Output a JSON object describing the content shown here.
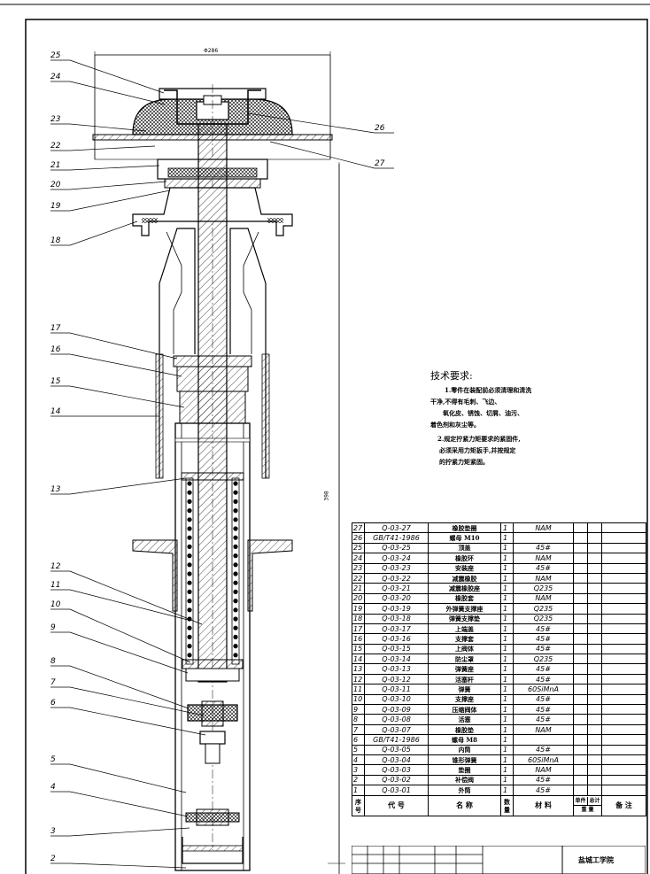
{
  "callouts": [
    "25",
    "24",
    "23",
    "22",
    "21",
    "20",
    "19",
    "18",
    "17",
    "16",
    "15",
    "14",
    "13",
    "12",
    "11",
    "10",
    "9",
    "8",
    "7",
    "6",
    "5",
    "4",
    "3",
    "2",
    "26",
    "27"
  ],
  "dimensions": {
    "top": "Φ286",
    "side": "398"
  },
  "requirements": {
    "title": "技术要求:",
    "lines": [
      "1.零件在装配前必须清理和清洗",
      "干净,不得有毛刺、飞边、",
      "氧化皮、锈蚀、切屑、油污、",
      "着色剂和灰尘等。",
      "2.规定拧紧力矩要求的紧固件,",
      "必须采用力矩扳手,并按规定",
      "的拧紧力矩紧固。"
    ]
  },
  "bom": {
    "rows": [
      {
        "no": "27",
        "code": "Q-03-27",
        "name": "橡胶垫圈",
        "qty": "1",
        "mat": "NAM"
      },
      {
        "no": "26",
        "code": "GB/T41-1986",
        "name": "螺母 M10",
        "qty": "1",
        "mat": ""
      },
      {
        "no": "25",
        "code": "Q-03-25",
        "name": "顶盖",
        "qty": "1",
        "mat": "45#"
      },
      {
        "no": "24",
        "code": "Q-03-24",
        "name": "橡胶环",
        "qty": "1",
        "mat": "NAM"
      },
      {
        "no": "23",
        "code": "Q-03-23",
        "name": "安装座",
        "qty": "1",
        "mat": "45#"
      },
      {
        "no": "22",
        "code": "Q-03-22",
        "name": "减震橡胶",
        "qty": "1",
        "mat": "NAM"
      },
      {
        "no": "21",
        "code": "Q-03-21",
        "name": "减震橡胶座",
        "qty": "1",
        "mat": "Q235"
      },
      {
        "no": "20",
        "code": "Q-03-20",
        "name": "橡胶套",
        "qty": "1",
        "mat": "NAM"
      },
      {
        "no": "19",
        "code": "Q-03-19",
        "name": "外弹簧支撑座",
        "qty": "1",
        "mat": "Q235"
      },
      {
        "no": "18",
        "code": "Q-03-18",
        "name": "弹簧支撑垫",
        "qty": "1",
        "mat": "Q235"
      },
      {
        "no": "17",
        "code": "Q-03-17",
        "name": "上端盖",
        "qty": "1",
        "mat": "45#"
      },
      {
        "no": "16",
        "code": "Q-03-16",
        "name": "支撑套",
        "qty": "1",
        "mat": "45#"
      },
      {
        "no": "15",
        "code": "Q-03-15",
        "name": "上阀体",
        "qty": "1",
        "mat": "45#"
      },
      {
        "no": "14",
        "code": "Q-03-14",
        "name": "防尘罩",
        "qty": "1",
        "mat": "Q235"
      },
      {
        "no": "13",
        "code": "Q-03-13",
        "name": "弹簧座",
        "qty": "1",
        "mat": "45#"
      },
      {
        "no": "12",
        "code": "Q-03-12",
        "name": "活塞杆",
        "qty": "1",
        "mat": "45#"
      },
      {
        "no": "11",
        "code": "Q-03-11",
        "name": "弹簧",
        "qty": "1",
        "mat": "60SiMnA"
      },
      {
        "no": "10",
        "code": "Q-03-10",
        "name": "支撑座",
        "qty": "1",
        "mat": "45#"
      },
      {
        "no": "9",
        "code": "Q-03-09",
        "name": "压缩阀体",
        "qty": "1",
        "mat": "45#"
      },
      {
        "no": "8",
        "code": "Q-03-08",
        "name": "活塞",
        "qty": "1",
        "mat": "45#"
      },
      {
        "no": "7",
        "code": "Q-03-07",
        "name": "橡胶垫",
        "qty": "1",
        "mat": "NAM"
      },
      {
        "no": "6",
        "code": "GB/T41-1986",
        "name": "螺母 M8",
        "qty": "1",
        "mat": ""
      },
      {
        "no": "5",
        "code": "Q-03-05",
        "name": "内筒",
        "qty": "1",
        "mat": "45#"
      },
      {
        "no": "4",
        "code": "Q-03-04",
        "name": "锥形弹簧",
        "qty": "1",
        "mat": "60SiMnA"
      },
      {
        "no": "3",
        "code": "Q-03-03",
        "name": "垫圈",
        "qty": "1",
        "mat": "NAM"
      },
      {
        "no": "2",
        "code": "Q-03-02",
        "name": "补偿阀",
        "qty": "1",
        "mat": "45#"
      },
      {
        "no": "1",
        "code": "Q-03-01",
        "name": "外筒",
        "qty": "1",
        "mat": "45#"
      }
    ],
    "header": {
      "no": "序号",
      "code": "代 号",
      "name": "名 称",
      "qty": "数量",
      "mat": "材 料",
      "unit": "单件",
      "total": "总计",
      "weight": "重 量",
      "note": "备 注"
    }
  },
  "titleblock": {
    "school": "盐城工学院"
  }
}
